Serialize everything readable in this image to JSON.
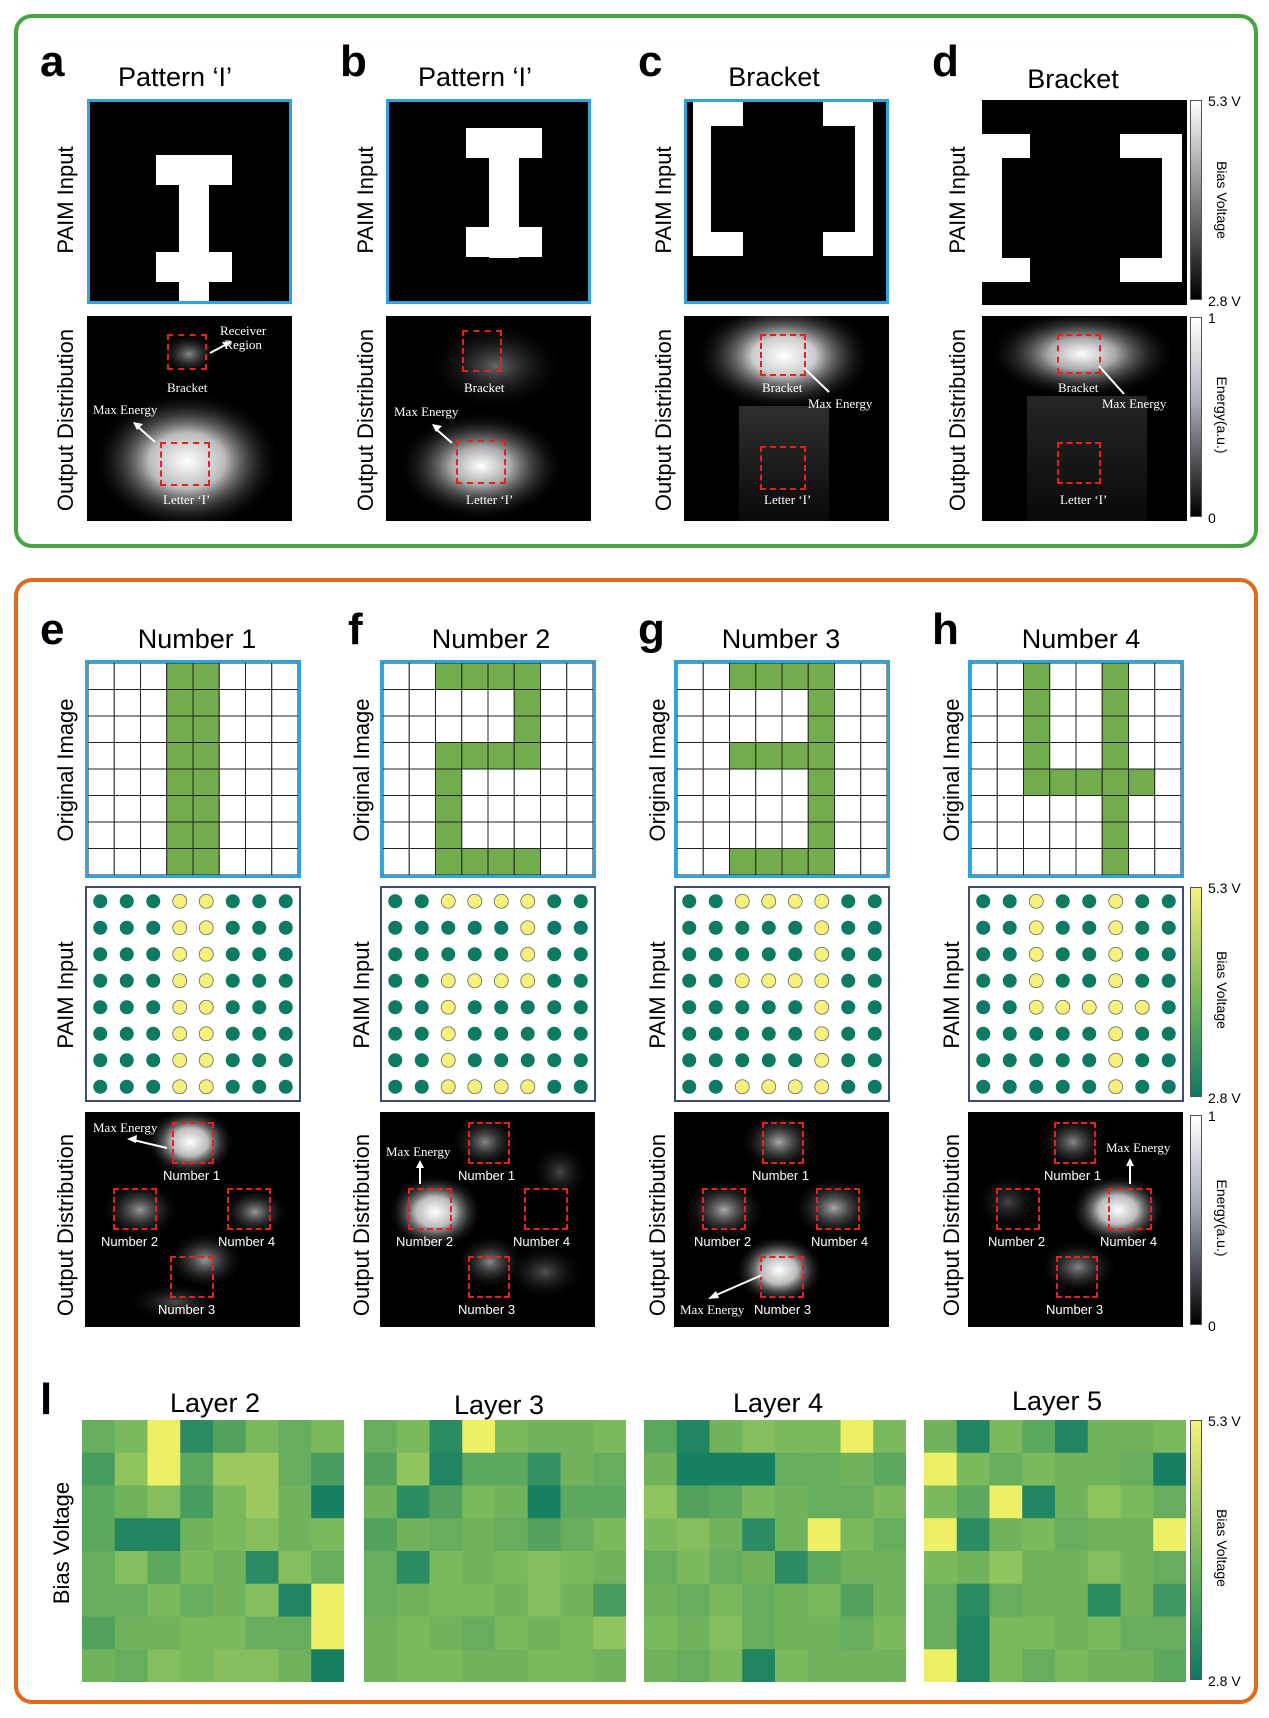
{
  "panel_letters": [
    "a",
    "b",
    "c",
    "d",
    "e",
    "f",
    "g",
    "h",
    "l"
  ],
  "top": {
    "titles": [
      "Pattern ‘I’",
      "Pattern ‘I’",
      "Bracket",
      "Bracket"
    ],
    "row_labels": {
      "input": "PAIM Input",
      "output": "Output Distribution"
    },
    "labels": {
      "bracket": "Bracket",
      "letter_i": "Letter ‘I’",
      "max_energy": "Max Energy",
      "receiver_region": "Receiver\nRegion"
    },
    "colorbar_voltage": {
      "max": "5.3 V",
      "min": "2.8 V",
      "title": "Bias Voltage"
    },
    "colorbar_energy": {
      "max": "1",
      "min": "0",
      "title": "Energy(a.u.)"
    }
  },
  "middle": {
    "titles": [
      "Number 1",
      "Number 2",
      "Number 3",
      "Number 4"
    ],
    "row_labels": {
      "original": "Original Image",
      "input": "PAIM Input",
      "output": "Output Distribution"
    },
    "labels": {
      "n1": "Number 1",
      "n2": "Number 2",
      "n3": "Number 3",
      "n4": "Number 4",
      "max_energy": "Max Energy"
    },
    "grids": [
      [
        "00011000",
        "00011000",
        "00011000",
        "00011000",
        "00011000",
        "00011000",
        "00011000",
        "00011000"
      ],
      [
        "00111100",
        "00000100",
        "00000100",
        "00111100",
        "00100000",
        "00100000",
        "00100000",
        "00111100"
      ],
      [
        "00111100",
        "00000100",
        "00000100",
        "00111100",
        "00000100",
        "00000100",
        "00000100",
        "00111100"
      ],
      [
        "00100100",
        "00100100",
        "00100100",
        "00100100",
        "00111110",
        "00000100",
        "00000100",
        "00000100"
      ]
    ],
    "colorbar_voltage": {
      "max": "5.3 V",
      "min": "2.8 V",
      "title": "Bias Voltage"
    },
    "colorbar_energy": {
      "max": "1",
      "min": "0",
      "title": "Energy(a.u.)"
    },
    "colors": {
      "grid_fill": "#72ac4d",
      "dot_high": "#f4f27a",
      "dot_low": "#0d7a64"
    }
  },
  "bottom": {
    "titles": [
      "Layer 2",
      "Layer 3",
      "Layer 4",
      "Layer 5"
    ],
    "row_label": "Bias Voltage",
    "colorbar_voltage": {
      "max": "5.3 V",
      "min": "2.8 V",
      "title": "Bias Voltage"
    },
    "heatmaps": [
      [
        [
          0.45,
          0.55,
          0.98,
          0.15,
          0.35,
          0.55,
          0.45,
          0.55
        ],
        [
          0.3,
          0.65,
          0.98,
          0.4,
          0.7,
          0.7,
          0.45,
          0.3
        ],
        [
          0.4,
          0.5,
          0.6,
          0.3,
          0.55,
          0.7,
          0.5,
          0.05
        ],
        [
          0.4,
          0.1,
          0.1,
          0.5,
          0.55,
          0.6,
          0.5,
          0.55
        ],
        [
          0.45,
          0.6,
          0.4,
          0.55,
          0.5,
          0.15,
          0.6,
          0.45
        ],
        [
          0.45,
          0.45,
          0.55,
          0.45,
          0.5,
          0.6,
          0.1,
          0.98
        ],
        [
          0.35,
          0.5,
          0.5,
          0.55,
          0.55,
          0.45,
          0.45,
          0.98
        ],
        [
          0.5,
          0.45,
          0.6,
          0.55,
          0.6,
          0.6,
          0.5,
          0.05
        ]
      ],
      [
        [
          0.45,
          0.55,
          0.15,
          0.98,
          0.55,
          0.5,
          0.5,
          0.55
        ],
        [
          0.35,
          0.65,
          0.1,
          0.4,
          0.4,
          0.2,
          0.5,
          0.45
        ],
        [
          0.5,
          0.15,
          0.35,
          0.55,
          0.5,
          0.05,
          0.4,
          0.4
        ],
        [
          0.35,
          0.5,
          0.45,
          0.5,
          0.45,
          0.35,
          0.45,
          0.55
        ],
        [
          0.45,
          0.15,
          0.55,
          0.5,
          0.55,
          0.6,
          0.55,
          0.5
        ],
        [
          0.45,
          0.5,
          0.55,
          0.55,
          0.5,
          0.6,
          0.5,
          0.3
        ],
        [
          0.5,
          0.55,
          0.5,
          0.45,
          0.55,
          0.5,
          0.55,
          0.65
        ],
        [
          0.5,
          0.55,
          0.55,
          0.5,
          0.5,
          0.55,
          0.55,
          0.5
        ]
      ],
      [
        [
          0.4,
          0.1,
          0.5,
          0.6,
          0.55,
          0.55,
          0.98,
          0.55
        ],
        [
          0.5,
          0.05,
          0.05,
          0.05,
          0.45,
          0.45,
          0.5,
          0.4
        ],
        [
          0.65,
          0.35,
          0.4,
          0.55,
          0.5,
          0.45,
          0.45,
          0.55
        ],
        [
          0.55,
          0.6,
          0.5,
          0.15,
          0.5,
          0.98,
          0.55,
          0.45
        ],
        [
          0.45,
          0.55,
          0.45,
          0.5,
          0.15,
          0.4,
          0.5,
          0.5
        ],
        [
          0.5,
          0.45,
          0.55,
          0.45,
          0.5,
          0.55,
          0.35,
          0.5
        ],
        [
          0.55,
          0.5,
          0.6,
          0.45,
          0.5,
          0.5,
          0.45,
          0.55
        ],
        [
          0.5,
          0.45,
          0.55,
          0.1,
          0.55,
          0.5,
          0.5,
          0.5
        ]
      ],
      [
        [
          0.5,
          0.1,
          0.55,
          0.4,
          0.1,
          0.5,
          0.5,
          0.55
        ],
        [
          0.98,
          0.55,
          0.45,
          0.55,
          0.5,
          0.5,
          0.45,
          0.05
        ],
        [
          0.55,
          0.4,
          0.98,
          0.1,
          0.5,
          0.65,
          0.55,
          0.45
        ],
        [
          0.98,
          0.15,
          0.5,
          0.55,
          0.45,
          0.5,
          0.5,
          0.98
        ],
        [
          0.55,
          0.5,
          0.65,
          0.5,
          0.5,
          0.6,
          0.5,
          0.45
        ],
        [
          0.45,
          0.15,
          0.45,
          0.5,
          0.5,
          0.15,
          0.5,
          0.25
        ],
        [
          0.45,
          0.1,
          0.55,
          0.55,
          0.5,
          0.55,
          0.45,
          0.45
        ],
        [
          0.98,
          0.1,
          0.55,
          0.45,
          0.55,
          0.5,
          0.5,
          0.4
        ]
      ]
    ]
  }
}
